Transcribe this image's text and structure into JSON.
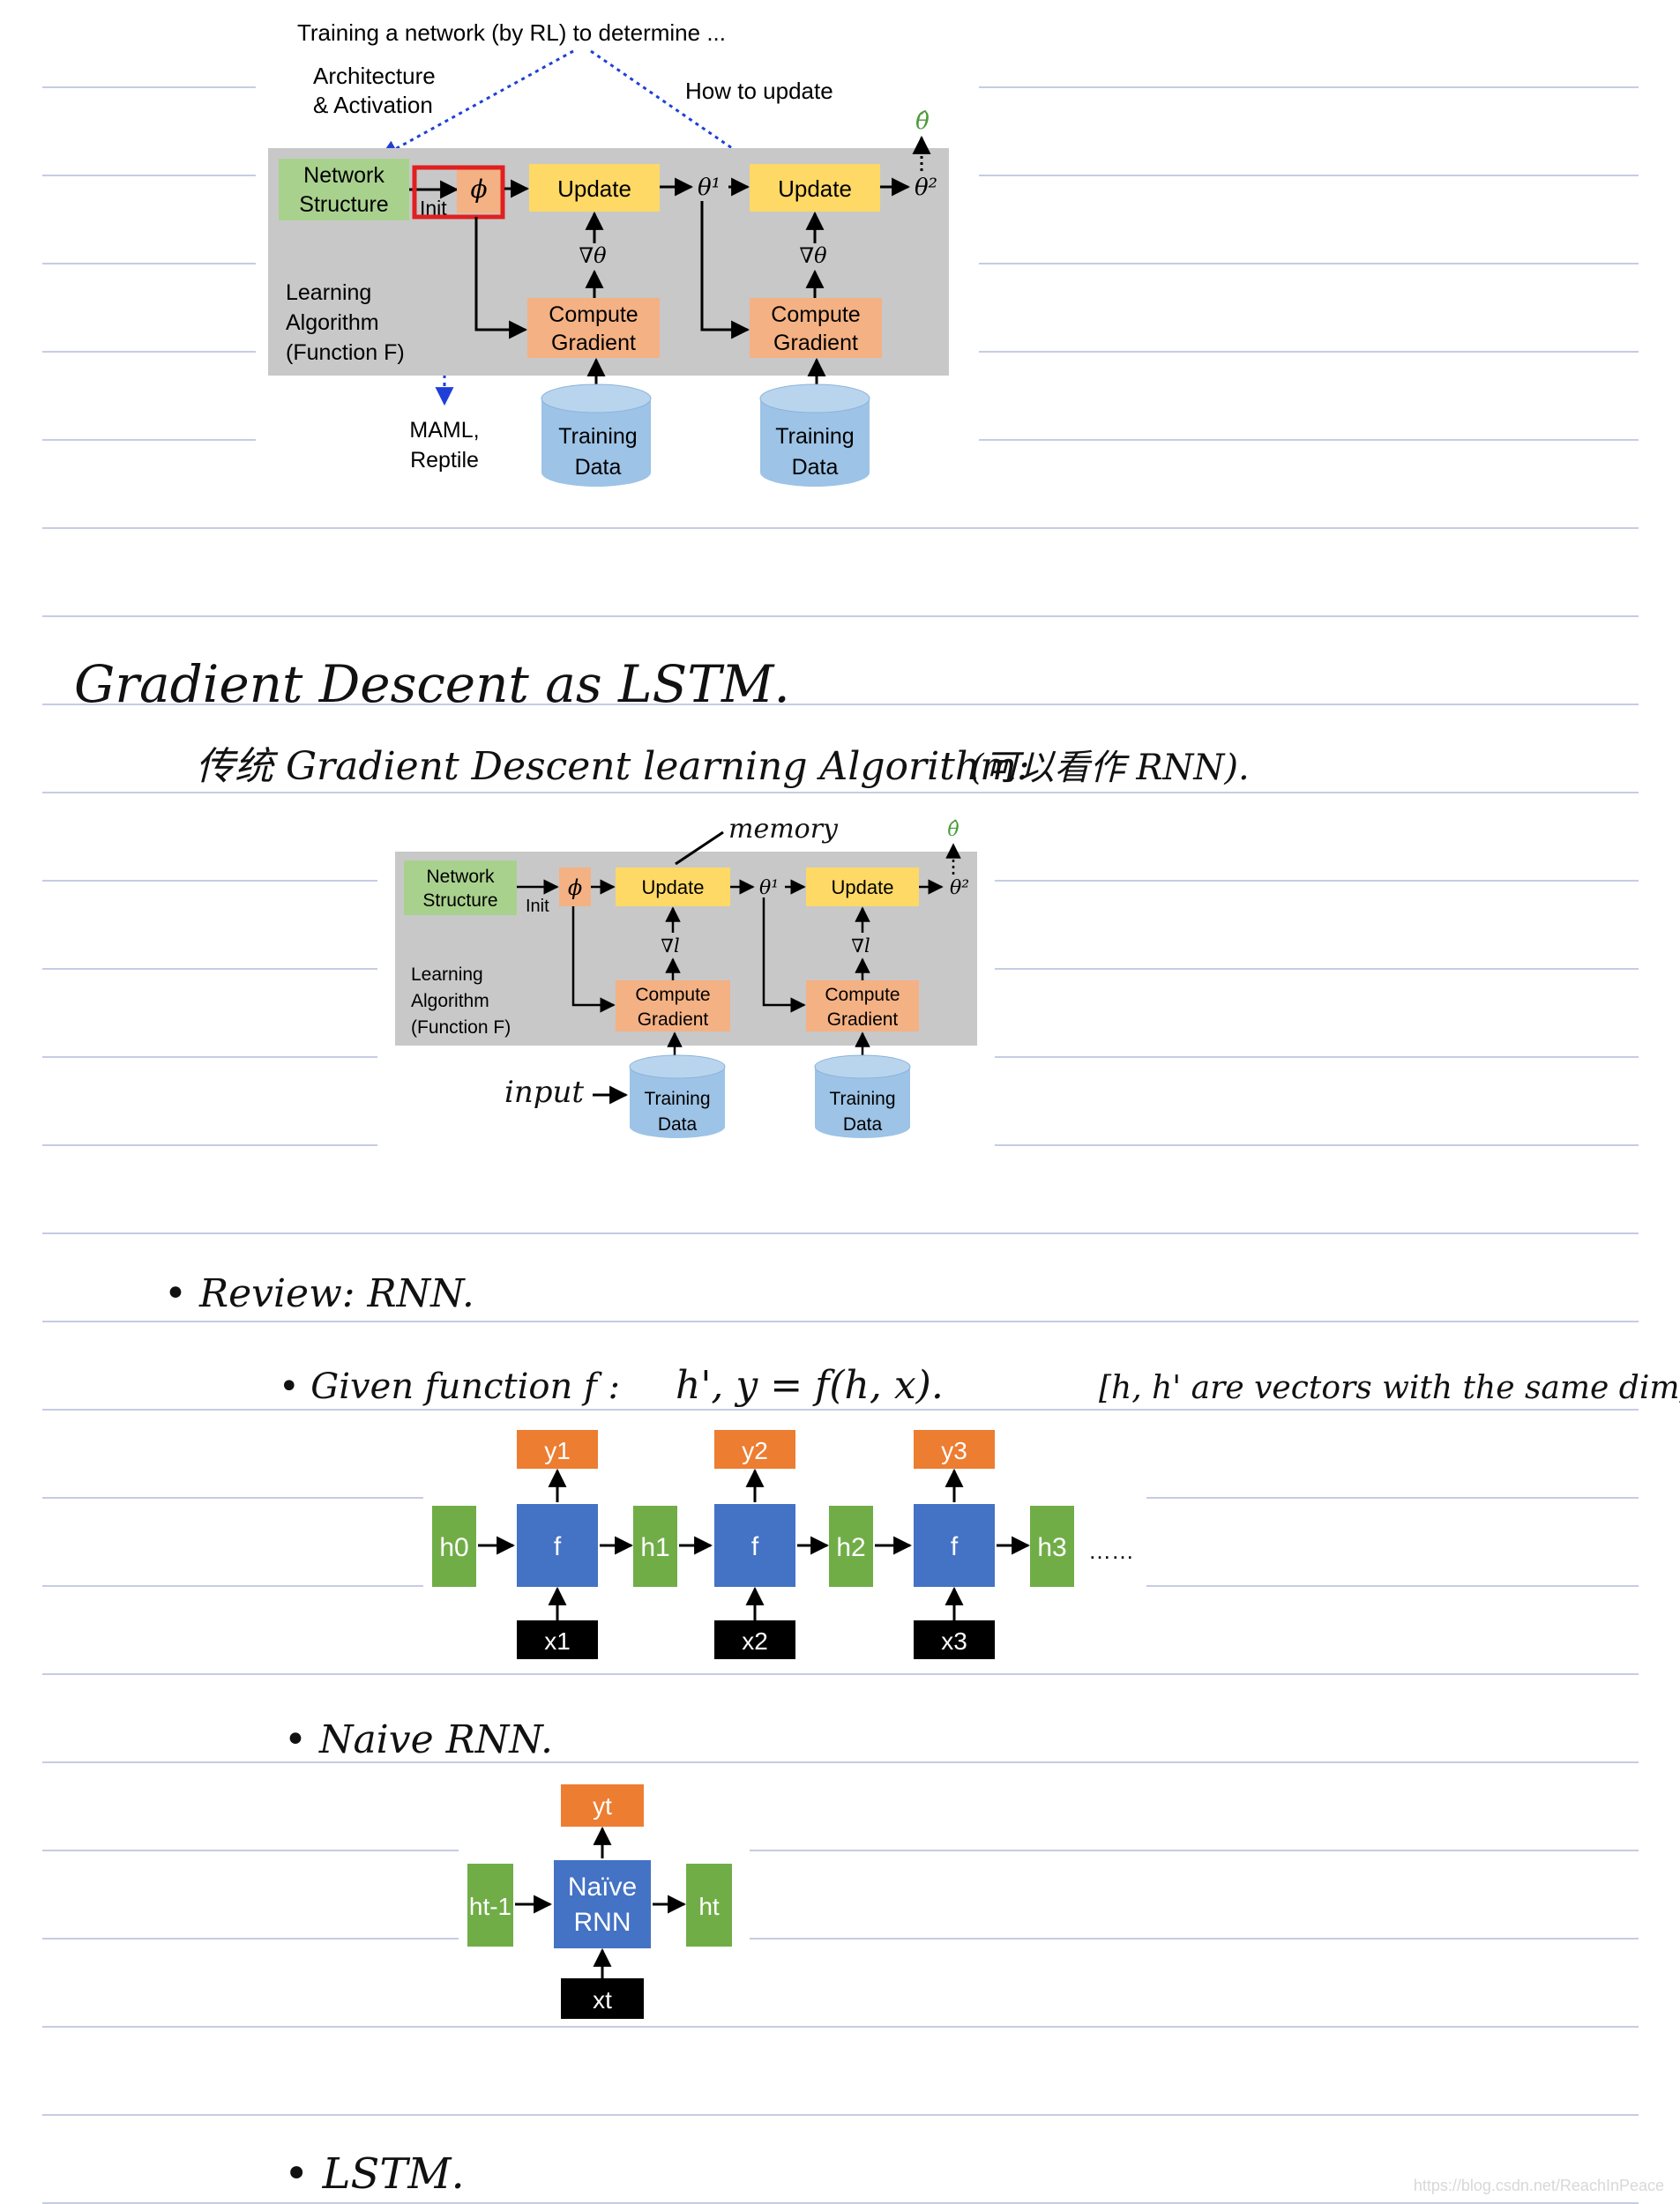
{
  "fig1": {
    "top_caption": "Training a network (by RL) to determine ...",
    "label_arch_1": "Architecture",
    "label_arch_2": "& Activation",
    "label_how": "How to update",
    "net_struct_1": "Network",
    "net_struct_2": "Structure",
    "init": "Init",
    "phi": "ϕ",
    "update": "Update",
    "theta1": "θ¹",
    "theta2": "θ²",
    "theta_hat": "θ̂",
    "grad": "∇θ",
    "compute_1": "Compute",
    "compute_2": "Gradient",
    "learning_1": "Learning",
    "learning_2": "Algorithm",
    "learning_3": "(Function F)",
    "maml_1": "MAML,",
    "maml_2": "Reptile",
    "training_1": "Training",
    "training_2": "Data"
  },
  "notes": {
    "heading_gd_lstm": "Gradient Descent as LSTM.",
    "line_traditional": "传统 Gradient Descent learning Algorithm:",
    "line_traditional_paren": "(可以看作 RNN).",
    "annot_memory": "memory",
    "annot_input": "input",
    "review_rnn": "• Review: RNN.",
    "given_function": "• Given function f :",
    "formula": "h', y = f(h, x).",
    "bracket_note": "[h, h' are vectors with the same dim]",
    "naive_rnn": "• Naive RNN.",
    "lstm": "• LSTM."
  },
  "fig2": {
    "net_struct_1": "Network",
    "net_struct_2": "Structure",
    "init": "Init",
    "phi": "ϕ",
    "update": "Update",
    "theta1": "θ¹",
    "theta2": "θ²",
    "theta_hat": "θ̂",
    "grad": "∇l",
    "compute_1": "Compute",
    "compute_2": "Gradient",
    "learning_1": "Learning",
    "learning_2": "Algorithm",
    "learning_3": "(Function F)",
    "training_1": "Training",
    "training_2": "Data"
  },
  "rnn_chain": {
    "h0": "h0",
    "h1": "h1",
    "h2": "h2",
    "h3": "h3",
    "f": "f",
    "y1": "y1",
    "y2": "y2",
    "y3": "y3",
    "x1": "x1",
    "x2": "x2",
    "x3": "x3",
    "ellipsis": "……"
  },
  "naive": {
    "ht_1": "ht-1",
    "ht": "ht",
    "yt": "yt",
    "xt": "xt",
    "cell_1": "Naïve",
    "cell_2": "RNN"
  },
  "watermark": "https://blog.csdn.net/ReachInPeace",
  "colors": {
    "ruled_line": "#c6cce3",
    "gray_panel": "#c8c8c8",
    "green_box": "#a9d18e",
    "update_box": "#ffd966",
    "compute_box": "#f4b183",
    "cylinder": "#9dc3e6",
    "rnn_green": "#70ad47",
    "rnn_blue": "#4472c4",
    "rnn_orange": "#ed7d31",
    "rnn_black": "#000000",
    "dotted_blue": "#1f3fd8",
    "red_highlight": "#e02020"
  }
}
